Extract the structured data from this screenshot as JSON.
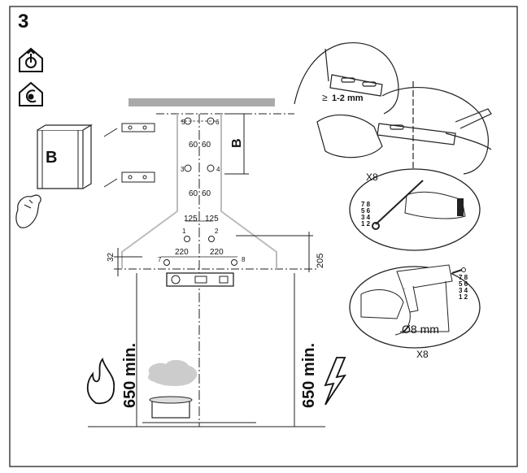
{
  "step_number": "3",
  "panel_label": "B",
  "dim_label_B": "B",
  "gap_label": "1-2 mm",
  "gap_symbol": "≥",
  "quantity_top": "X8",
  "quantity_bottom": "X8",
  "drill_diameter": "Ø8 mm",
  "hole_numbers": {
    "top_left": "5",
    "top_right": "6",
    "mid_left": "3",
    "mid_right": "4",
    "low_left": "1",
    "low_right": "2",
    "base_left": "7",
    "base_right": "8"
  },
  "dimensions": {
    "upper_spacing_left": "60",
    "upper_spacing_right": "60",
    "lower_spacing_left": "60",
    "lower_spacing_right": "60",
    "mid_spacing_left": "125",
    "mid_spacing_right": "125",
    "base_spacing_left": "220",
    "base_spacing_right": "220",
    "offset_small": "32",
    "offset_height": "205",
    "min_height_left": "650 min.",
    "min_height_right": "650 min."
  },
  "hole_pairs": [
    {
      "l": "7",
      "r": "8"
    },
    {
      "l": "5",
      "r": "6"
    },
    {
      "l": "3",
      "r": "4"
    },
    {
      "l": "1",
      "r": "2"
    }
  ],
  "icons": [
    "hob-clockwise-icon",
    "hob-counterclockwise-icon",
    "flame-icon",
    "lightning-icon",
    "hand-icon",
    "pencil-icon",
    "drill-icon"
  ]
}
